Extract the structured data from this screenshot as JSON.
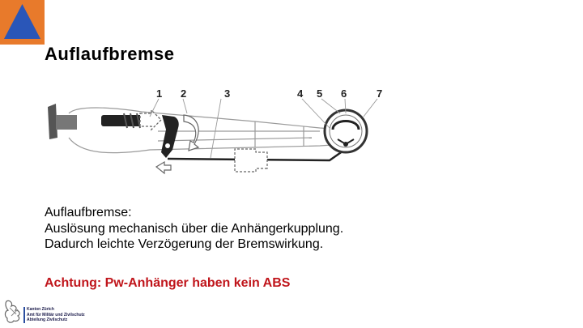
{
  "header": {
    "logo_icon": "civil-protection-triangle-icon",
    "logo_colors": {
      "square": "#e87a2b",
      "triangle": "#2a56b8"
    },
    "title": "Auflaufbremse"
  },
  "diagram": {
    "labels": [
      "1",
      "2",
      "3",
      "4",
      "5",
      "6",
      "7"
    ]
  },
  "body": {
    "lines": [
      "Auflaufbremse:",
      "Auslösung mechanisch über die Anhängerkupplung.",
      "Dadurch leichte Verzögerung der Bremswirkung."
    ]
  },
  "warning": {
    "text": "Achtung: Pw-Anhänger haben kein ABS",
    "color": "#c0151b"
  },
  "footer": {
    "emblem_icon": "zurich-lion-emblem-icon",
    "lines": [
      "Kanton Zürich",
      "Amt für Militär und Zivilschutz",
      "Abteilung Zivilschutz"
    ]
  }
}
